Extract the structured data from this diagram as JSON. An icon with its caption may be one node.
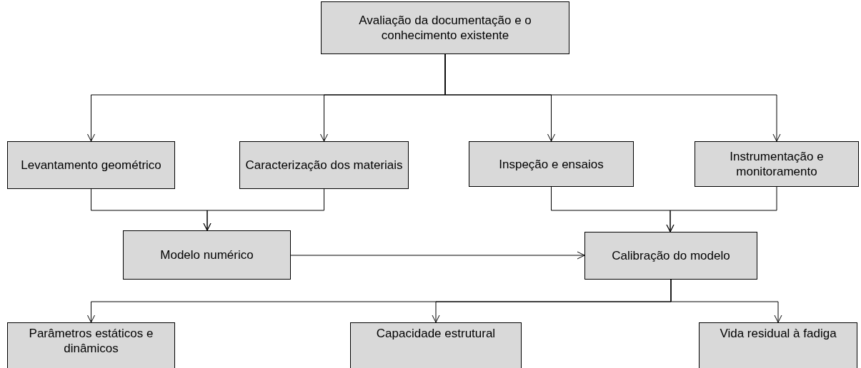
{
  "diagram": {
    "nodes": [
      {
        "text": [
          "Avaliação da documentação e o conhecimento existente"
        ]
      },
      {
        "text": [
          "Levantamento geométrico"
        ]
      },
      {
        "text": [
          "Caracterização dos materiais"
        ]
      },
      {
        "text": [
          "Inspeção e ensaios"
        ]
      },
      {
        "text": [
          "Instrumentação e monitoramento"
        ]
      },
      {
        "text": [
          "Modelo numérico"
        ]
      },
      {
        "text": [
          "Calibração do modelo"
        ]
      },
      {
        "text": [
          "Parâmetros estáticos e dinâmicos"
        ]
      },
      {
        "text": [
          "Capacidade estrutural"
        ]
      },
      {
        "text": [
          "Vida residual à fadiga"
        ]
      }
    ],
    "edges": [
      {
        "from": 0,
        "to": 1,
        "arrow": "to"
      },
      {
        "from": 0,
        "to": 2,
        "arrow": "to"
      },
      {
        "from": 0,
        "to": 3,
        "arrow": "to"
      },
      {
        "from": 0,
        "to": 4,
        "arrow": "to"
      },
      {
        "from": 1,
        "to": 5,
        "arrow": "to"
      },
      {
        "from": 2,
        "to": 5,
        "arrow": "to"
      },
      {
        "from": 3,
        "to": 6,
        "arrow": "to"
      },
      {
        "from": 4,
        "to": 6,
        "arrow": "to"
      },
      {
        "from": 5,
        "to": 6,
        "arrow": "to"
      },
      {
        "from": 6,
        "to": 7,
        "arrow": "to"
      },
      {
        "from": 6,
        "to": 8,
        "arrow": "to"
      },
      {
        "from": 6,
        "to": 9,
        "arrow": "to"
      }
    ]
  }
}
